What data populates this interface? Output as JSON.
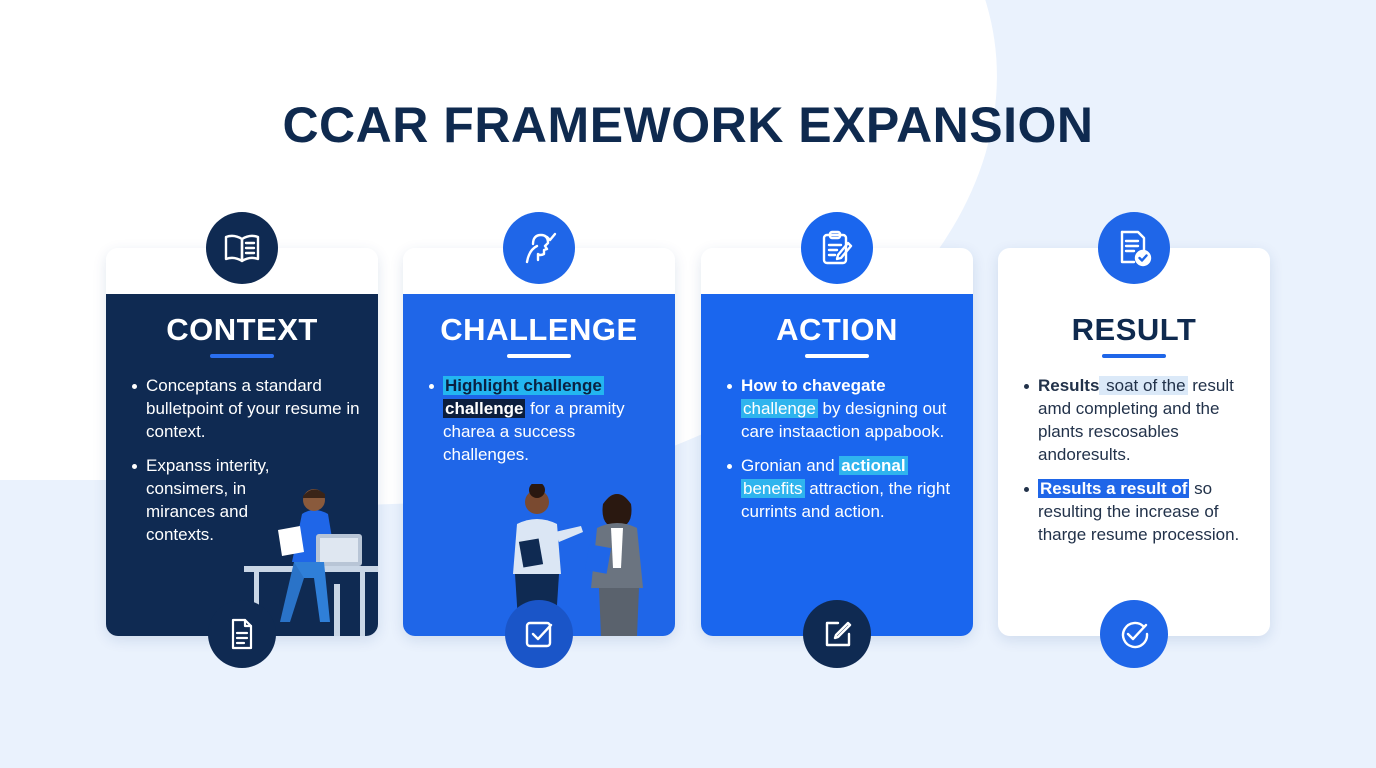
{
  "title": "CCAR FRAMEWORK EXPANSION",
  "colors": {
    "navy": "#0f2a4f",
    "context_bg": "#0f2a52",
    "challenge_bg": "#1f66e8",
    "action_bg": "#1a66ee",
    "result_bg": "#ffffff",
    "accent": "#23b6f0"
  },
  "cards": [
    {
      "heading": "CONTEXT",
      "top_icon": "book-icon",
      "bottom_icon": "document-icon",
      "bullets": [
        {
          "text": "Conceptans a standard bulletpoint of your resume in context."
        },
        {
          "text": "Expanss interity, consimers, in mirances and contexts."
        }
      ]
    },
    {
      "heading": "CHALLENGE",
      "top_icon": "person-check-icon",
      "bottom_icon": "checkbox-icon",
      "bullets": [
        {
          "hl1": "Highlight challenge",
          "hl2": "challenge",
          "rest": " for a pramity charea a success challenges."
        }
      ]
    },
    {
      "heading": "ACTION",
      "top_icon": "clipboard-edit-icon",
      "bottom_icon": "edit-square-icon",
      "bullets": [
        {
          "bold": "How to chavegate",
          "hl": "challenge",
          "rest": " by designing out care instaaction appabook."
        },
        {
          "pre": "Gronian and ",
          "hl1": "actional",
          "hl2": "benefits",
          "rest": " attraction, the right currints and action."
        }
      ]
    },
    {
      "heading": "RESULT",
      "top_icon": "document-check-icon",
      "bottom_icon": "check-circle-icon",
      "bullets": [
        {
          "bold": "Results",
          "hl": " soat of the",
          "rest": " result amd completing and the plants rescosables andoresults."
        },
        {
          "hl": "Results a result of",
          "rest": " so resulting the increase of tharge resume procession."
        }
      ]
    }
  ]
}
